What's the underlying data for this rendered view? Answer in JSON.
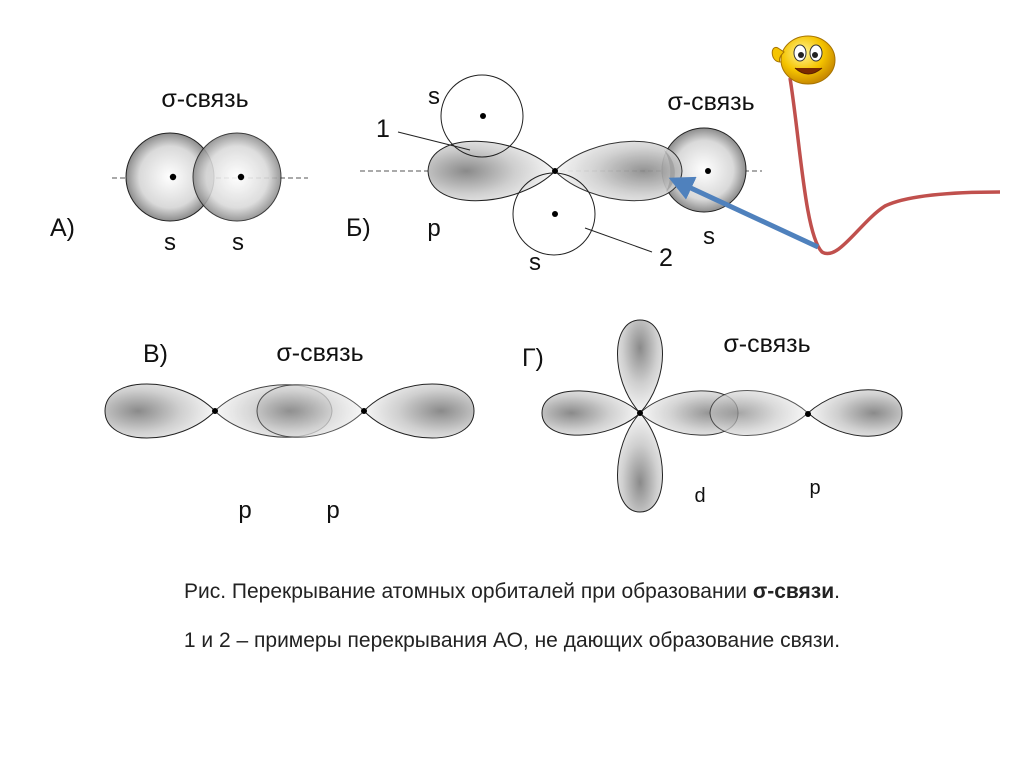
{
  "panels": {
    "a": {
      "label": "А)",
      "title": "σ-связь",
      "s1": "s",
      "s2": "s"
    },
    "b": {
      "label": "Б)",
      "title": "σ-связь",
      "p": "p",
      "s_top": "s",
      "s_bottom": "s",
      "s_right": "s",
      "num1": "1",
      "num2": "2"
    },
    "v": {
      "label": "В)",
      "title": "σ-связь",
      "p1": "p",
      "p2": "p"
    },
    "g": {
      "label": "Г)",
      "title": "σ-связь",
      "d": "d",
      "p": "p"
    }
  },
  "caption": {
    "line1_prefix": "Рис. Перекрывание атомных орбиталей при образовании ",
    "line1_bold": "σ-связи",
    "line1_suffix": ".",
    "line2": "1 и 2 – примеры перекрывания АО, не дающих образование связи."
  },
  "colors": {
    "curve": "#c0504d",
    "arrow": "#4f81bd"
  },
  "icons": {
    "smiley": "smiley-icon"
  }
}
